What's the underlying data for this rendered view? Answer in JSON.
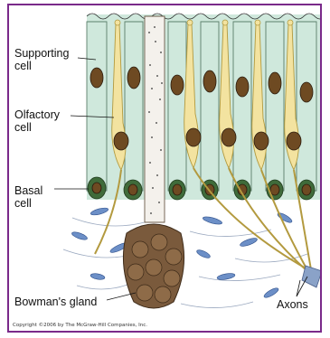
{
  "labels": {
    "supporting_cell": "Supporting\ncell",
    "olfactory_cell": "Olfactory\ncell",
    "basal_cell": "Basal\ncell",
    "bowmans_gland": "Bowman's gland",
    "axons": "Axons"
  },
  "copyright": "Copyright ©2006 by The McGraw-Hill Companies, Inc.",
  "colors": {
    "frame": "#7a2a8a",
    "supporting_cell": "#cfe8dc",
    "olfactory_cell": "#f3e3a0",
    "basal_cell": "#3f6b3a",
    "gland": "#7a5a3c",
    "nucleus": "#6e4a22",
    "connective": "#6c8fc7"
  }
}
